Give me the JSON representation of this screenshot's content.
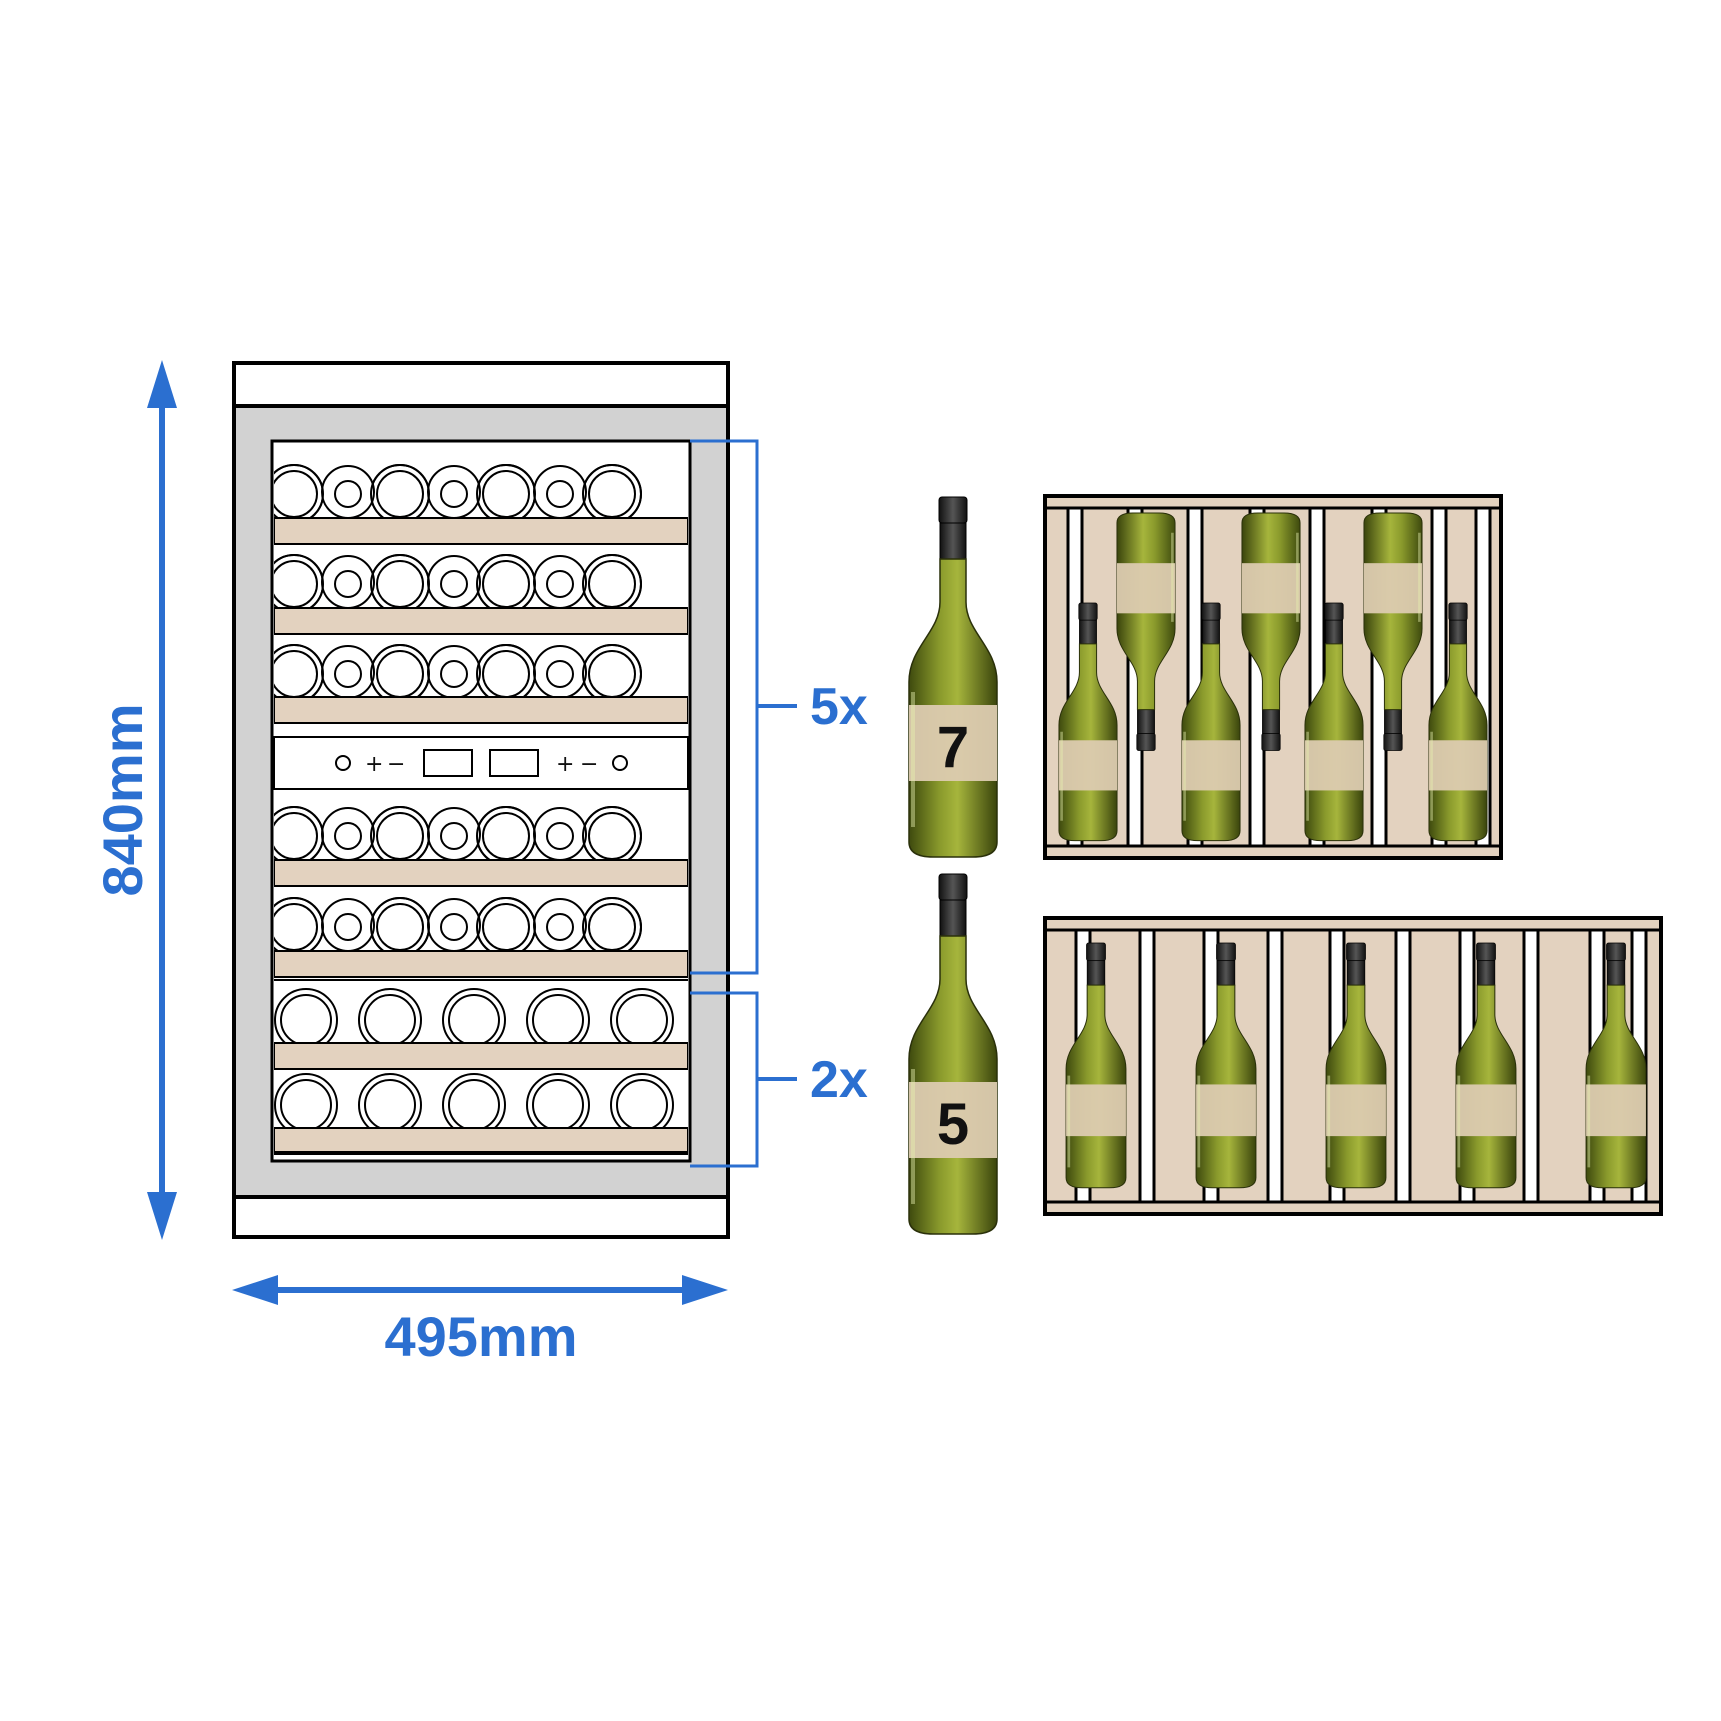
{
  "dimensions": {
    "height": "840mm",
    "width": "495mm"
  },
  "shelf_groups": [
    {
      "count_label": "5x",
      "bottles_per_shelf": "7"
    },
    {
      "count_label": "2x",
      "bottles_per_shelf": "5"
    }
  ],
  "controls": {
    "plus": "+",
    "minus": "−"
  },
  "colors": {
    "accent": "#2b6fd0",
    "wood": "#e3d2bf",
    "frame": "#d2d2d2",
    "bottle_glass": "#6d7a1e",
    "bottle_label": "#dccbb0",
    "bottle_cap": "#2a2a2a"
  }
}
